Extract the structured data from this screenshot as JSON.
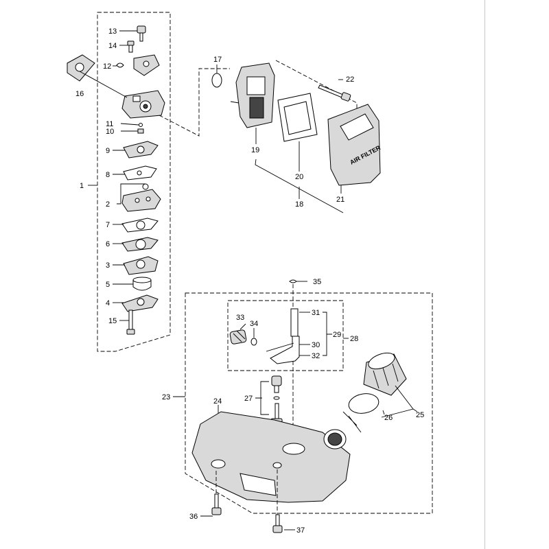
{
  "callouts": {
    "c1": "1",
    "c2": "2",
    "c3": "3",
    "c4": "4",
    "c5": "5",
    "c6": "6",
    "c7": "7",
    "c8": "8",
    "c9": "9",
    "c10": "10",
    "c11": "11",
    "c12": "12",
    "c13": "13",
    "c14": "14",
    "c15": "15",
    "c16": "16",
    "c17": "17",
    "c18": "18",
    "c19": "19",
    "c20": "20",
    "c21": "21",
    "c22": "22",
    "c23": "23",
    "c24": "24",
    "c25": "25",
    "c26": "26",
    "c27": "27",
    "c28": "28",
    "c29": "29",
    "c30": "30",
    "c31": "31",
    "c32": "32",
    "c33": "33",
    "c34": "34",
    "c35": "35",
    "c36": "36",
    "c37": "37"
  },
  "cover_text": "AIR FILTER"
}
